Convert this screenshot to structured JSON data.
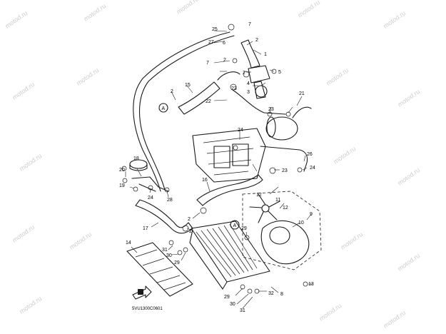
{
  "watermark": "motod.ru",
  "diagram_code": "5VU1300C0601",
  "callouts": [
    {
      "id": "c1",
      "text": "1"
    },
    {
      "id": "c2a",
      "text": "2"
    },
    {
      "id": "c2b",
      "text": "2"
    },
    {
      "id": "c2c",
      "text": "2"
    },
    {
      "id": "c2d",
      "text": "2"
    },
    {
      "id": "c2e",
      "text": "2"
    },
    {
      "id": "c2f",
      "text": "2"
    },
    {
      "id": "c3",
      "text": "3"
    },
    {
      "id": "c4",
      "text": "4"
    },
    {
      "id": "c5",
      "text": "5"
    },
    {
      "id": "c6",
      "text": "6"
    },
    {
      "id": "c7a",
      "text": "7"
    },
    {
      "id": "c7b",
      "text": "7"
    },
    {
      "id": "c8",
      "text": "8"
    },
    {
      "id": "c9",
      "text": "9"
    },
    {
      "id": "c10",
      "text": "10"
    },
    {
      "id": "c11",
      "text": "11"
    },
    {
      "id": "c12a",
      "text": "12"
    },
    {
      "id": "c12b",
      "text": "12"
    },
    {
      "id": "c13",
      "text": "13"
    },
    {
      "id": "c14",
      "text": "14"
    },
    {
      "id": "c15",
      "text": "15"
    },
    {
      "id": "c16",
      "text": "16"
    },
    {
      "id": "c17",
      "text": "17"
    },
    {
      "id": "c18",
      "text": "18"
    },
    {
      "id": "c19",
      "text": "19"
    },
    {
      "id": "c20",
      "text": "20"
    },
    {
      "id": "c21",
      "text": "21"
    },
    {
      "id": "c22",
      "text": "22"
    },
    {
      "id": "c23a",
      "text": "23"
    },
    {
      "id": "c23b",
      "text": "23"
    },
    {
      "id": "c23c",
      "text": "23"
    },
    {
      "id": "c24a",
      "text": "24"
    },
    {
      "id": "c24b",
      "text": "24"
    },
    {
      "id": "c24c",
      "text": "24"
    },
    {
      "id": "c25",
      "text": "25"
    },
    {
      "id": "c26",
      "text": "26"
    },
    {
      "id": "c27",
      "text": "27"
    },
    {
      "id": "c28",
      "text": "28"
    },
    {
      "id": "c29a",
      "text": "29"
    },
    {
      "id": "c29b",
      "text": "29"
    },
    {
      "id": "c29c",
      "text": "29"
    },
    {
      "id": "c30a",
      "text": "30"
    },
    {
      "id": "c30b",
      "text": "30"
    },
    {
      "id": "c31a",
      "text": "31"
    },
    {
      "id": "c31b",
      "text": "31"
    },
    {
      "id": "c32",
      "text": "32"
    },
    {
      "id": "cA1",
      "text": "A"
    },
    {
      "id": "cA2",
      "text": "A"
    }
  ]
}
